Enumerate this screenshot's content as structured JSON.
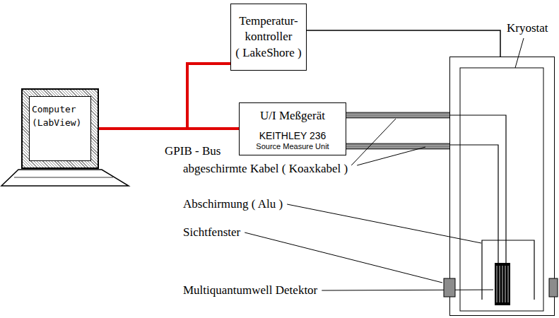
{
  "diagram": {
    "nodes": [
      {
        "text": [
          "Computer (LabView)"
        ]
      },
      {
        "text": [
          "Temperatur- kontroller",
          "( LakeShore )"
        ]
      },
      {
        "text": [
          "U/I Meßgerät",
          "KEITHLEY 236",
          "Source Measure Unit"
        ]
      },
      {
        "text": [
          "Kryostat"
        ]
      }
    ],
    "edges": [
      {
        "from": 0,
        "to": 1,
        "arrow": "none"
      },
      {
        "from": 0,
        "to": 2,
        "arrow": "none"
      },
      {
        "from": 1,
        "to": 3,
        "arrow": "none"
      },
      {
        "from": 2,
        "to": 3,
        "arrow": "none"
      },
      {
        "from": 2,
        "to": 3,
        "arrow": "none"
      }
    ],
    "labels": [
      "GPIB - Bus",
      "abgeschirmte Kabel ( Koaxkabel )",
      "Abschirmung ( Alu )",
      "Sichtfenster",
      "Multiquantumwell Detektor"
    ]
  }
}
